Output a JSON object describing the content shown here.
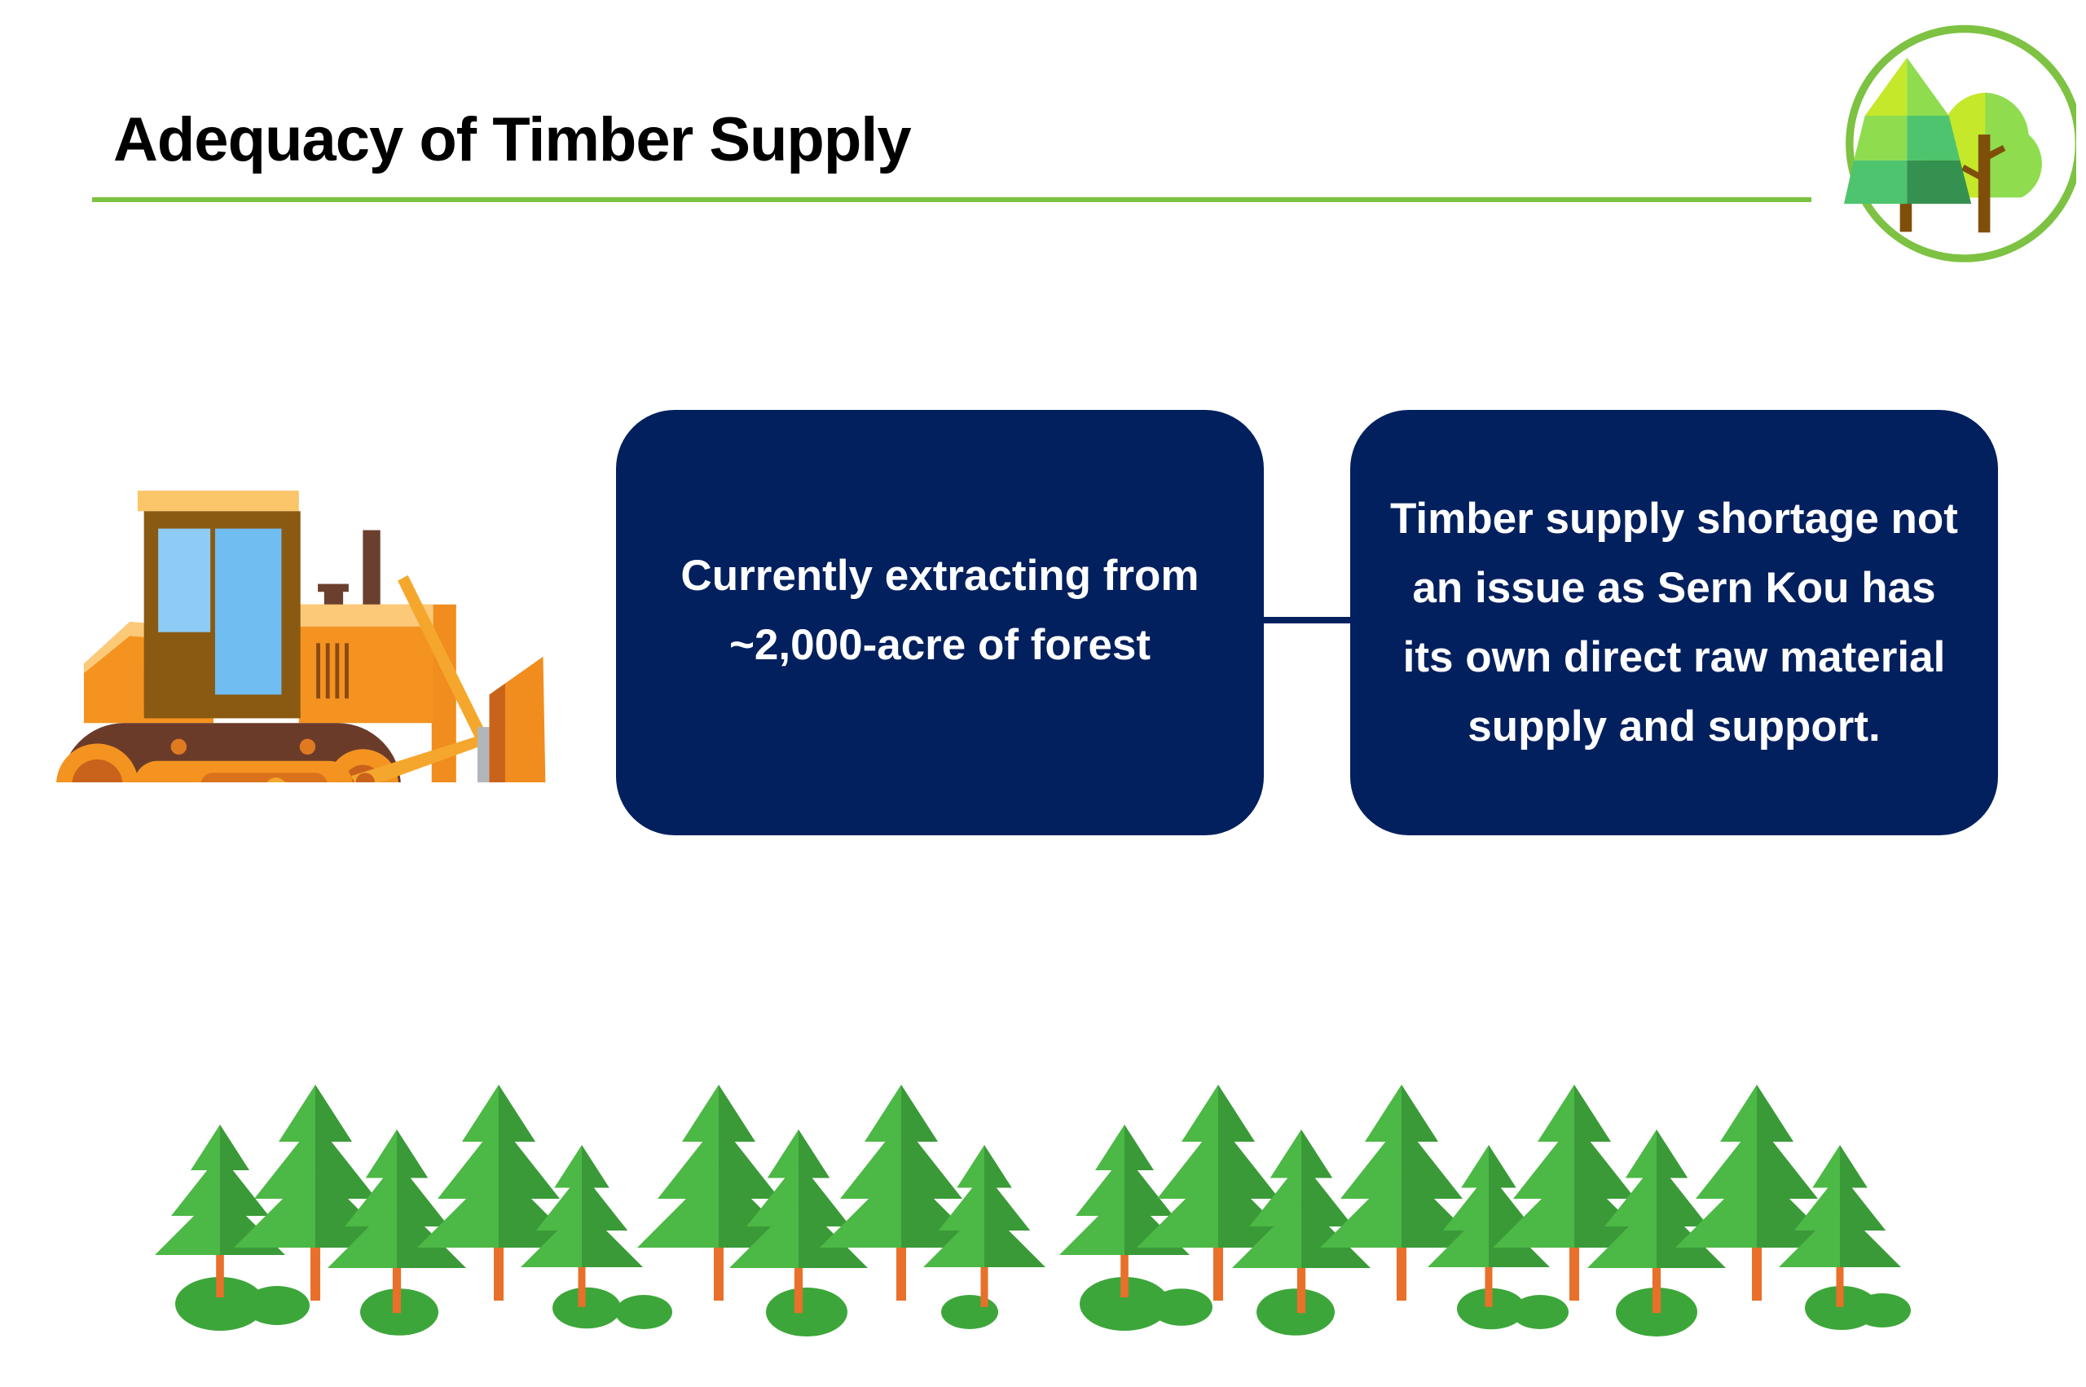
{
  "slide": {
    "title": "Adequacy of Timber Supply",
    "boxes": [
      {
        "text": "Currently extracting from ~2,000-acre of forest"
      },
      {
        "text": "Timber supply shortage not an issue as Sern Kou has its own direct raw material supply and support."
      }
    ]
  },
  "colors": {
    "accent_green": "#7dc242",
    "box_navy": "#03205e"
  },
  "icons": [
    "forest-logo-icon",
    "bulldozer-icon",
    "pine-forest-icon"
  ]
}
